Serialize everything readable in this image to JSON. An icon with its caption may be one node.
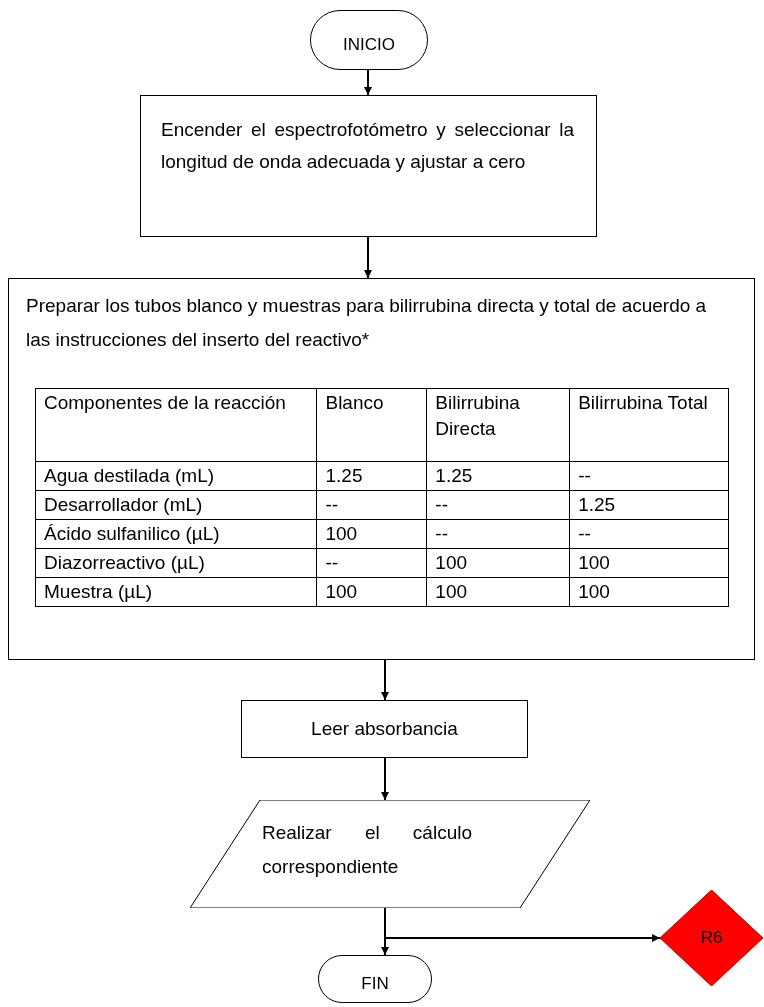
{
  "diagram": {
    "nodes": [
      {
        "text": [
          "INICIO"
        ]
      },
      {
        "text": [
          "Encender el espectrofotómetro y seleccionar la longitud de onda adecuada y ajustar a cero"
        ]
      },
      {
        "text": [
          "Preparar los tubos blanco y muestras para bilirrubina directa y total de acuerdo a las instrucciones del inserto del reactivo*"
        ]
      },
      {
        "text": [
          "Leer absorbancia"
        ]
      },
      {
        "text": [
          "Realizar el cálculo correspondiente"
        ]
      },
      {
        "text": [
          "FIN"
        ]
      },
      {
        "text": [
          "R6"
        ]
      }
    ],
    "edges": [
      {
        "from": 0,
        "to": 1,
        "arrow": "to"
      },
      {
        "from": 1,
        "to": 2,
        "arrow": "to"
      },
      {
        "from": 2,
        "to": 3,
        "arrow": "to"
      },
      {
        "from": 3,
        "to": 4,
        "arrow": "to"
      },
      {
        "from": 4,
        "to": 5,
        "arrow": "to"
      },
      {
        "from": 4,
        "to": 6,
        "arrow": "to"
      }
    ],
    "labels": [
      "Componentes de la reacción",
      "Blanco",
      "Bilirrubina Directa",
      "Bilirrubina Total",
      "Agua destilada (mL)",
      "1.25",
      "1.25",
      "--",
      "Desarrollador (mL)",
      "--",
      "--",
      "1.25",
      "Ácido sulfanilico (µL)",
      "100",
      "--",
      "--",
      "Diazorreactivo (µL)",
      "--",
      "100",
      "100",
      "Muestra (µL)",
      "100",
      "100",
      "100"
    ]
  }
}
